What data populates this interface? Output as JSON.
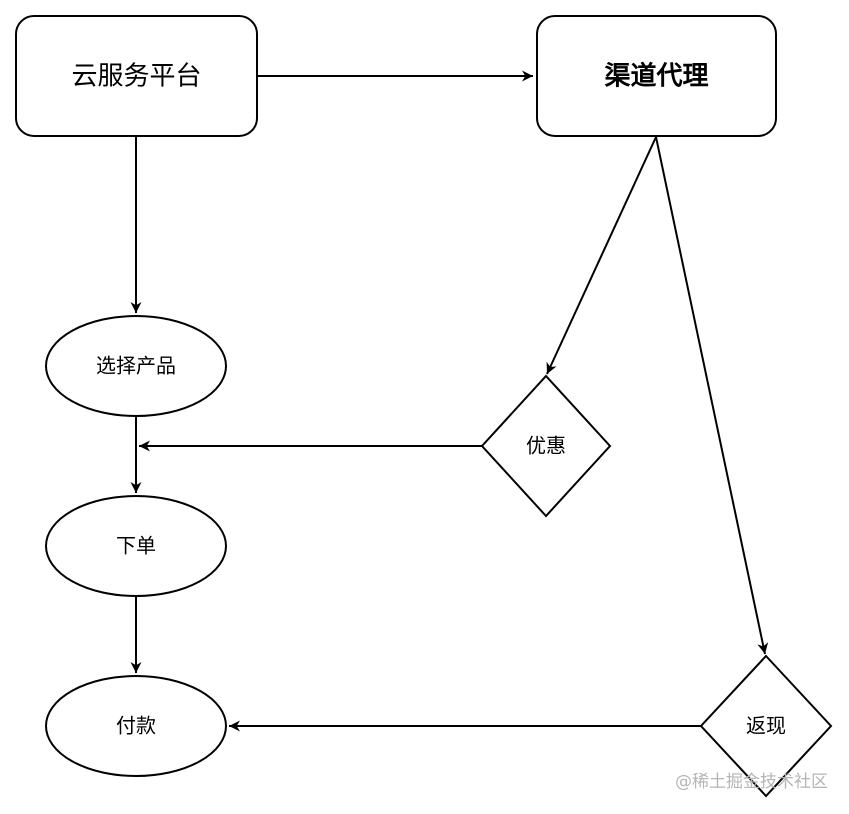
{
  "nodes": {
    "cloud_platform": "云服务平台",
    "channel_agent": "渠道代理",
    "select_product": "选择产品",
    "place_order": "下单",
    "payment": "付款",
    "discount": "优惠",
    "cashback": "返现"
  },
  "watermark": "@稀土掘金技术社区",
  "colors": {
    "stroke": "#000000",
    "fill": "#ffffff",
    "watermark": "#b5b5b5"
  }
}
